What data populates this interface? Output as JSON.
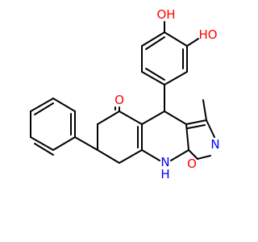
{
  "colors": {
    "bond": "#000000",
    "oxygen": "#ff0000",
    "nitrogen": "#0000ff",
    "background": "#ffffff"
  },
  "labels": {
    "oh_top": "OH",
    "ho_side": "HO",
    "ketone_o": "O",
    "ring_o": "O",
    "ring_n": "N",
    "nh_n": "N",
    "nh_h": "H"
  }
}
